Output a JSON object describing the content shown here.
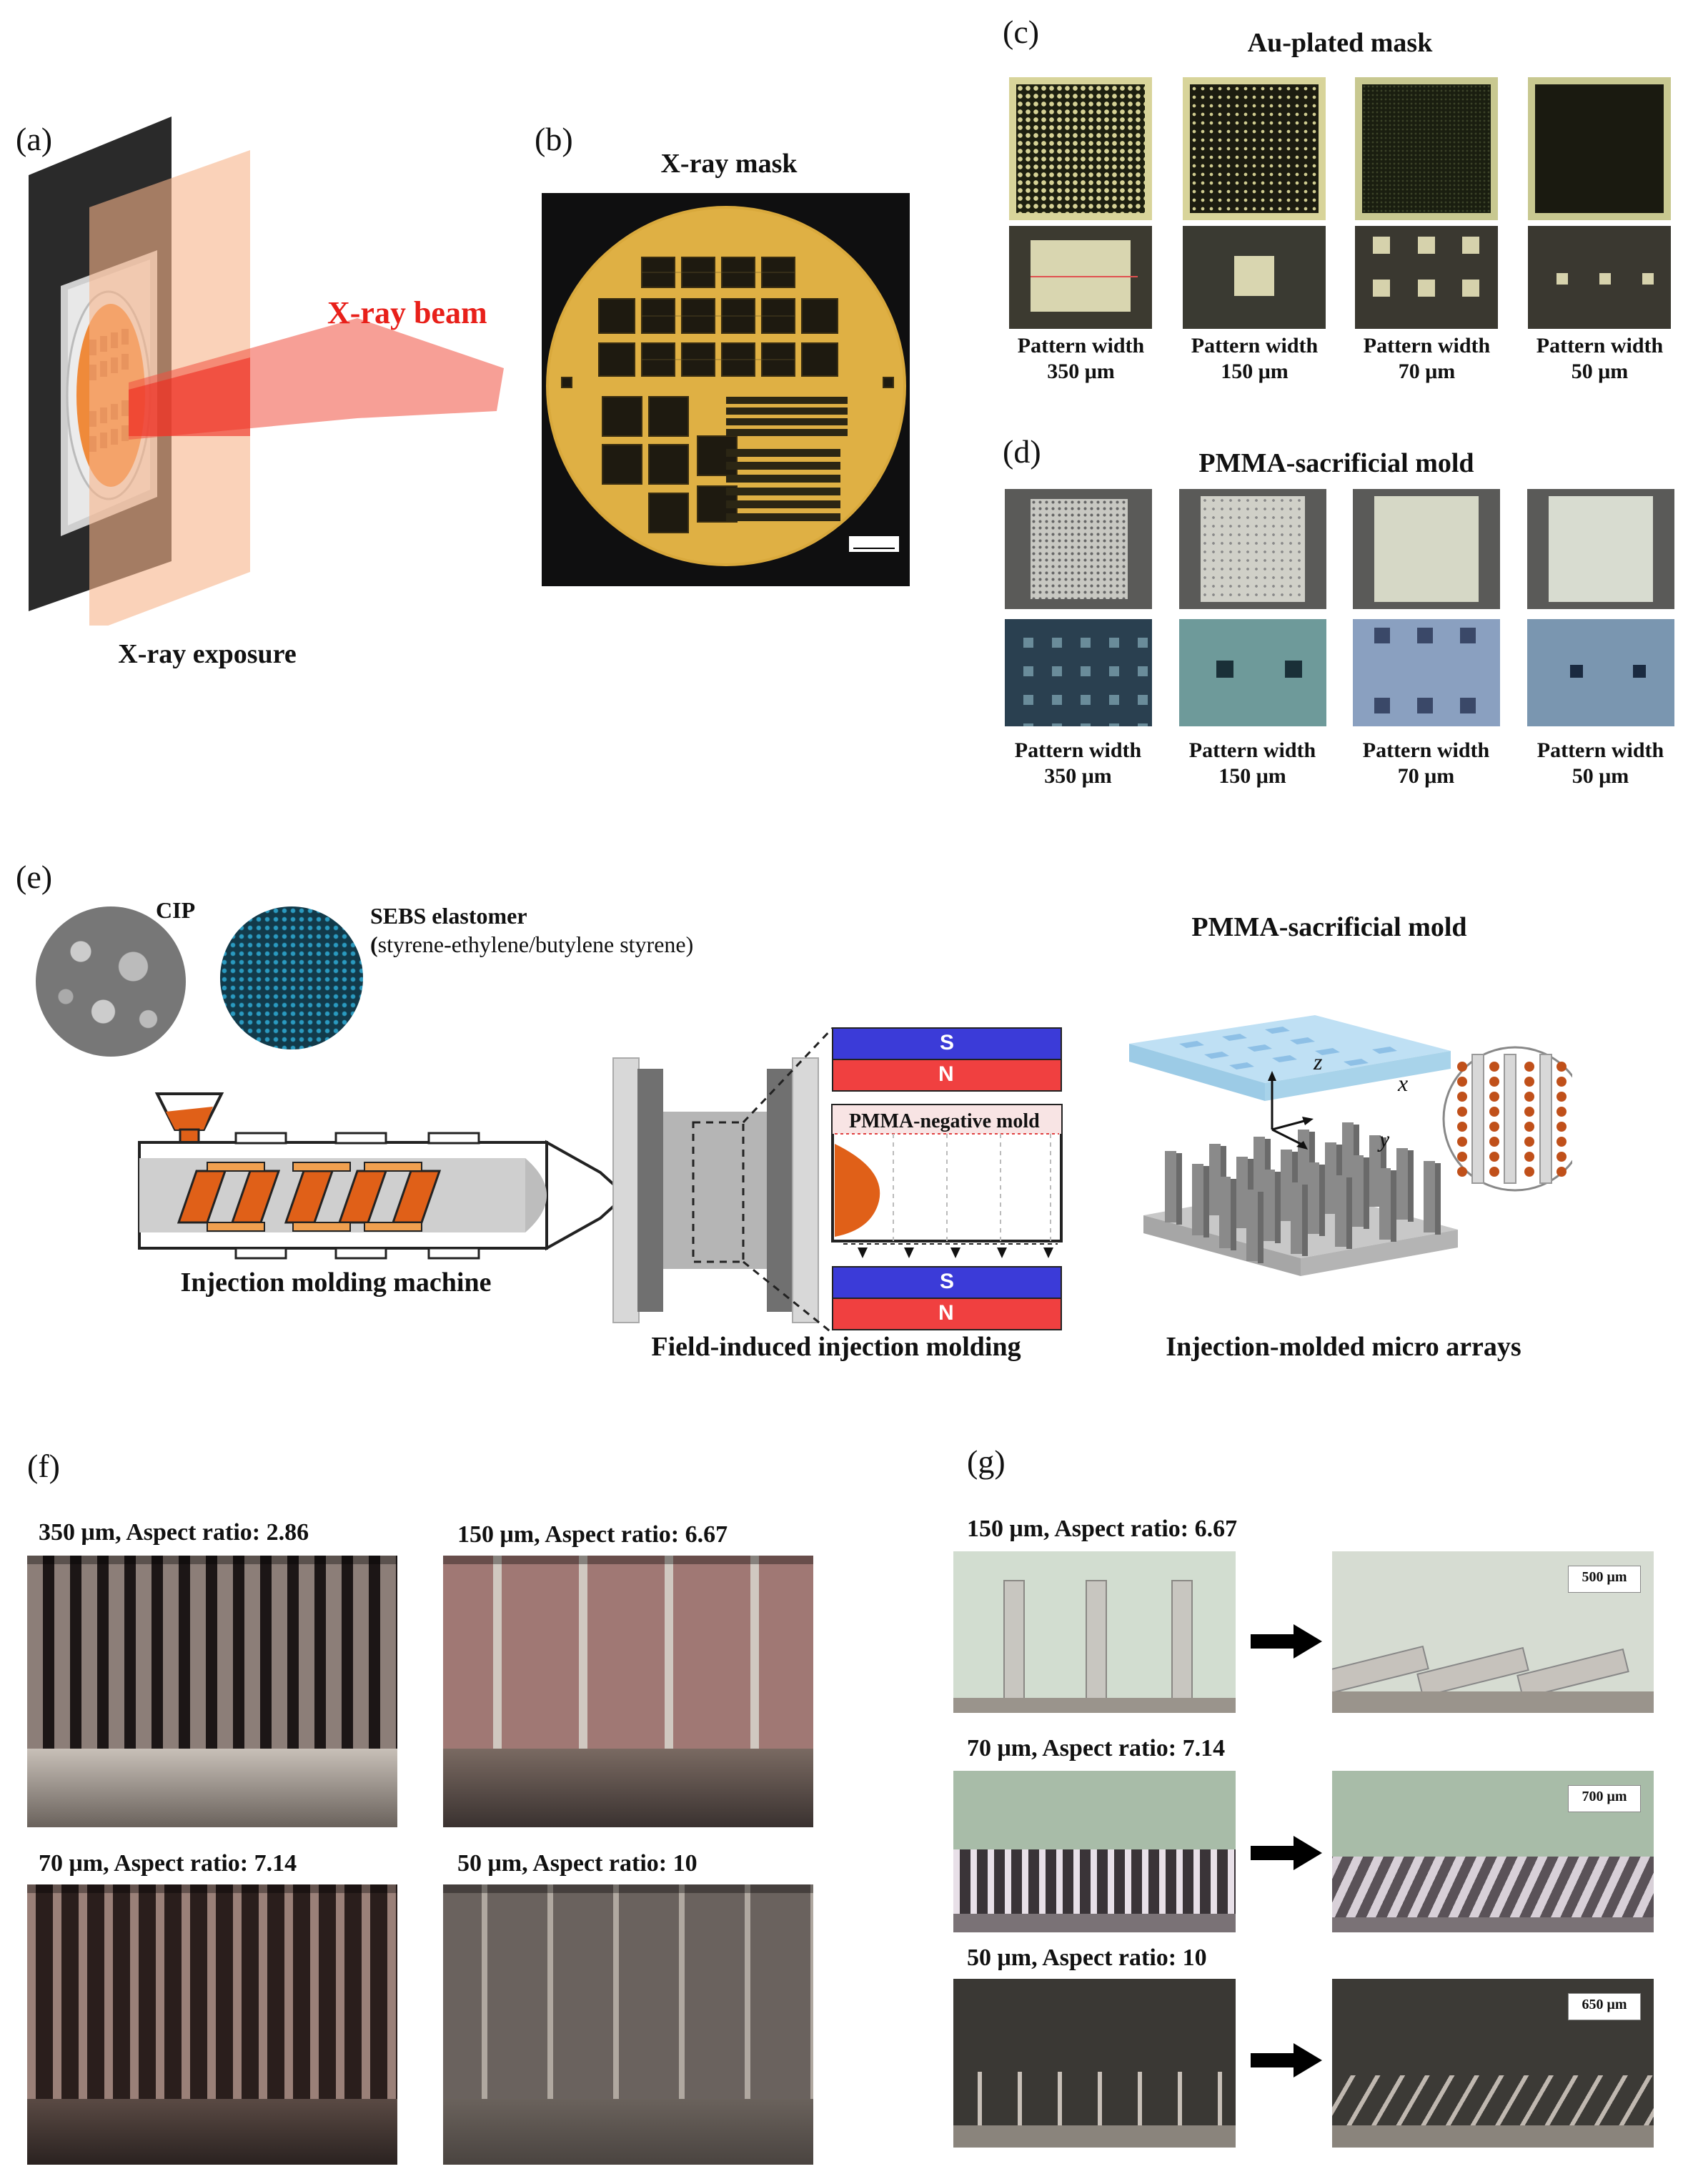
{
  "panel_a": {
    "label": "(a)",
    "beam": "X-ray beam",
    "caption": "X-ray exposure"
  },
  "panel_b": {
    "label": "(b)",
    "title": "X-ray mask"
  },
  "panel_c": {
    "label": "(c)",
    "title": "Au-plated mask",
    "items": [
      {
        "line1": "Pattern width",
        "line2": "350 μm"
      },
      {
        "line1": "Pattern width",
        "line2": "150 μm"
      },
      {
        "line1": "Pattern width",
        "line2": "70 μm"
      },
      {
        "line1": "Pattern width",
        "line2": "50 μm"
      }
    ]
  },
  "panel_d": {
    "label": "(d)",
    "title": "PMMA-sacrificial mold",
    "items": [
      {
        "line1": "Pattern width",
        "line2": "350 μm"
      },
      {
        "line1": "Pattern width",
        "line2": "150 μm"
      },
      {
        "line1": "Pattern width",
        "line2": "70 μm"
      },
      {
        "line1": "Pattern width",
        "line2": "50 μm"
      }
    ]
  },
  "panel_e": {
    "label": "(e)",
    "cip": "CIP",
    "sebs": "SEBS elastomer",
    "sebs_full_open": "(",
    "sebs_full": "styrene-ethylene/butylene styrene)",
    "machine": "Injection molding machine",
    "field": "Field-induced injection molding",
    "mold_title": "PMMA-sacrificial mold",
    "arrays": "Injection-molded micro arrays",
    "negative_mold": "PMMA-negative mold",
    "magnet_s": "S",
    "magnet_n": "N",
    "axis_z": "z",
    "axis_x": "x",
    "axis_y": "y"
  },
  "panel_f": {
    "label": "(f)",
    "items": [
      {
        "caption": "350 μm, Aspect ratio: 2.86"
      },
      {
        "caption": "150 μm, Aspect ratio: 6.67"
      },
      {
        "caption": "70 μm, Aspect ratio: 7.14"
      },
      {
        "caption": "50 μm, Aspect ratio: 10"
      }
    ]
  },
  "panel_g": {
    "label": "(g)",
    "items": [
      {
        "caption": "150 μm, Aspect ratio: 6.67",
        "scale": "500 μm"
      },
      {
        "caption": "70 μm, Aspect ratio: 7.14",
        "scale": "700 μm"
      },
      {
        "caption": "50 μm, Aspect ratio: 10",
        "scale": "650 μm"
      }
    ]
  },
  "colors": {
    "beam_red": "#e8201a",
    "magnet_blue": "#3b3bd8",
    "magnet_red": "#f04040",
    "orange": "#e05a10"
  }
}
